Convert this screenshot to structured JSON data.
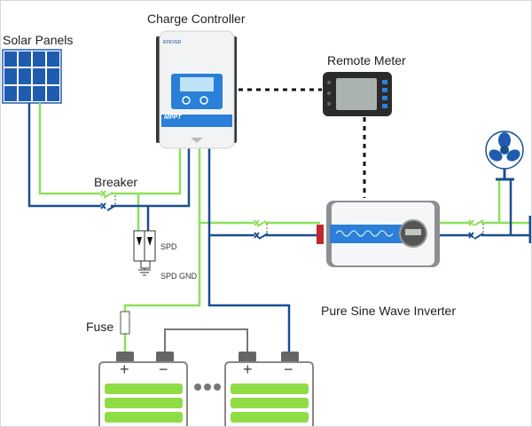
{
  "labels": {
    "solar_panels": "Solar Panels",
    "charge_controller": "Charge Controller",
    "remote_meter": "Remote Meter",
    "breaker": "Breaker",
    "spd": "SPD",
    "spd_gnd": "SPD GND",
    "inverter": "Pure Sine Wave Inverter",
    "fuse": "Fuse",
    "controller_badge": "MPPT",
    "battery_plus": "+",
    "battery_minus": "−"
  },
  "colors": {
    "positive_wire": "#8ee05a",
    "negative_wire": "#1a4f8f",
    "solar_cell": "#1f5cb0",
    "battery_bar": "#8fdc45",
    "accent_blue": "#2a7fd8"
  }
}
